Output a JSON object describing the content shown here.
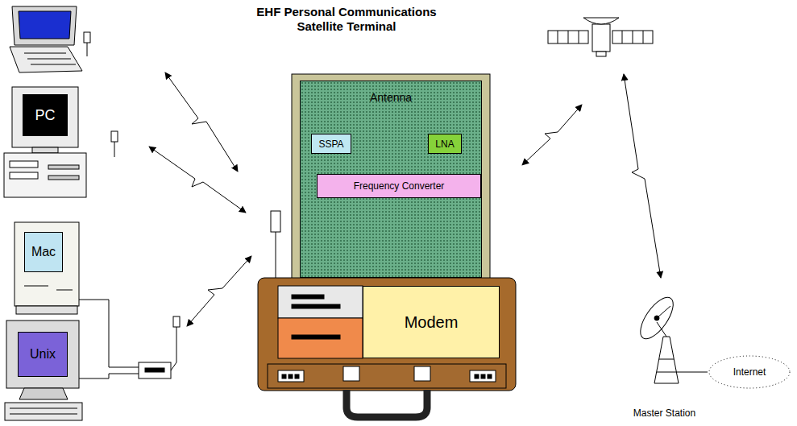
{
  "diagram": {
    "title": "EHF Personal Communications Satellite Terminal",
    "nodes": [
      {
        "text": [
          "PC"
        ]
      },
      {
        "text": [
          "Mac"
        ]
      },
      {
        "text": [
          "Unix"
        ]
      },
      {
        "text": [
          "Antenna"
        ]
      },
      {
        "text": [
          "SSPA"
        ],
        "in": 3
      },
      {
        "text": [
          "LNA"
        ],
        "in": 3
      },
      {
        "text": [
          "Frequency Converter"
        ],
        "in": 3
      },
      {
        "text": [
          "Modem"
        ]
      },
      {
        "text": [
          "Master Station"
        ]
      },
      {
        "text": [
          "Internet"
        ]
      }
    ],
    "edges": [
      {
        "from": 8,
        "to": 9,
        "arrow": "none"
      }
    ]
  }
}
